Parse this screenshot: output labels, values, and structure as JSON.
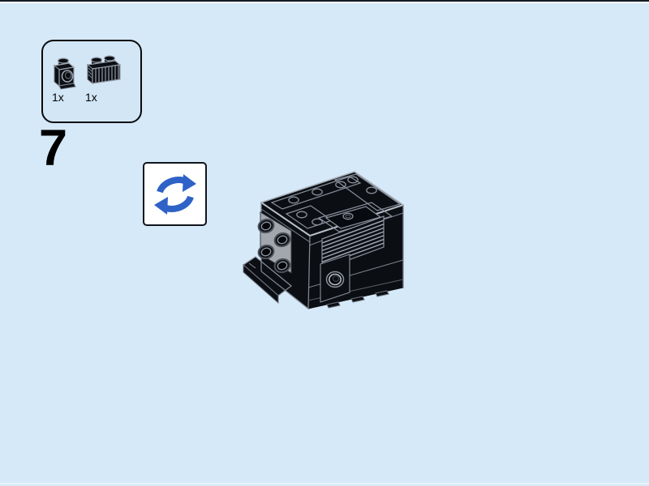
{
  "page": {
    "step_number": "7",
    "background_color": "#d6e9f8",
    "part_color": "#0b0e13"
  },
  "parts_callout": {
    "parts": [
      {
        "icon": "brick-1x1-headlight-icon",
        "quantity": "1x",
        "color": "#0b0e13"
      },
      {
        "icon": "brick-1x2-grille-icon",
        "quantity": "1x",
        "color": "#0b0e13"
      }
    ]
  },
  "rotate_hint": {
    "icon": "rotate-model-icon",
    "color": "#2f62c6"
  },
  "model_view": {
    "icon": "lego-assembly-isometric",
    "brick_color": "#0b0e13",
    "panel_gray": "#a2a7ad",
    "outline_gray": "#8a919c"
  }
}
